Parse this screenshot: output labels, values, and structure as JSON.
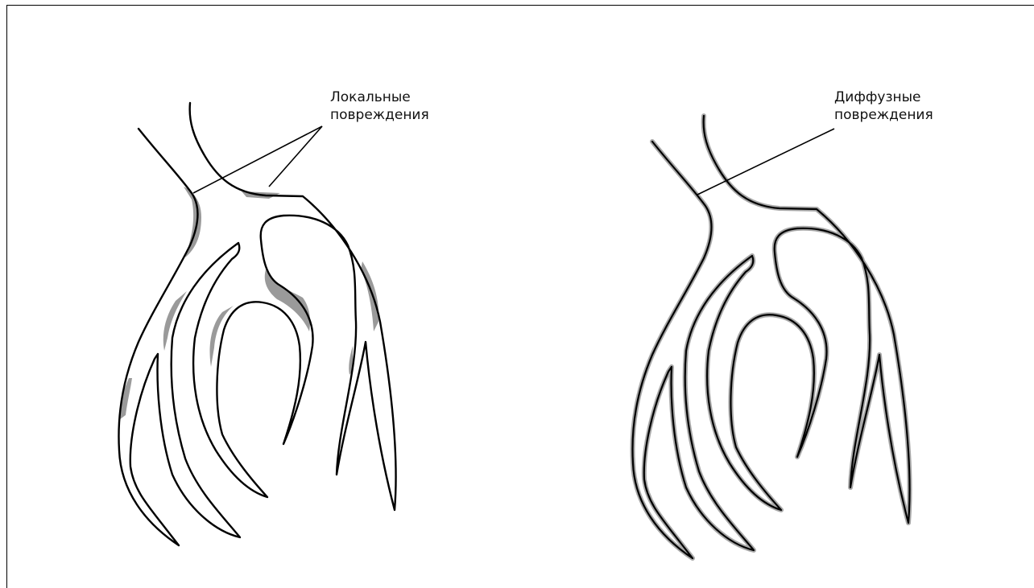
{
  "diagram": {
    "panels": [
      {
        "id": "local",
        "label_line1": "Локальные",
        "label_line2": "повреждения"
      },
      {
        "id": "diffuse",
        "label_line1": "Диффузные",
        "label_line2": "повреждения"
      }
    ],
    "colors": {
      "outline": "#000000",
      "lesion_fill": "#9a9a9a",
      "diffuse_halo": "#a8a8a8",
      "background": "#ffffff"
    }
  }
}
